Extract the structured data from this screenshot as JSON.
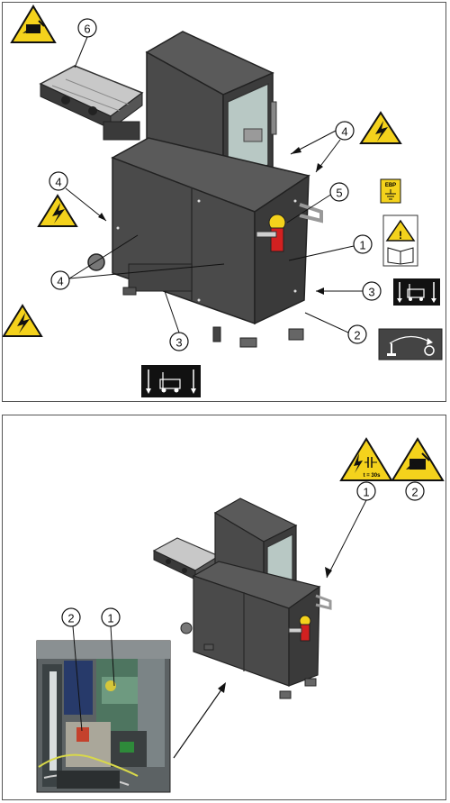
{
  "top_panel": {
    "callouts": {
      "c6": "6",
      "c4_upper_right": "4",
      "c4_left": "4",
      "c5": "5",
      "c1": "1",
      "c4_lower": "4",
      "c3_right": "3",
      "c2": "2",
      "c3_bottom": "3"
    },
    "signs": {
      "earth_sign_text": "EBP"
    }
  },
  "bottom_panel": {
    "callouts": {
      "c1_sign": "1",
      "c2_sign": "2",
      "c2_photo": "2",
      "c1_photo": "1"
    },
    "signs": {
      "capacitor_sign_text": "t = 30s"
    }
  },
  "colors": {
    "machine_body": "#4a4a4a",
    "machine_dark": "#333333",
    "warning_yellow": "#f4d21c",
    "emergency_red": "#d22020",
    "glass": "#b8c8c4"
  }
}
